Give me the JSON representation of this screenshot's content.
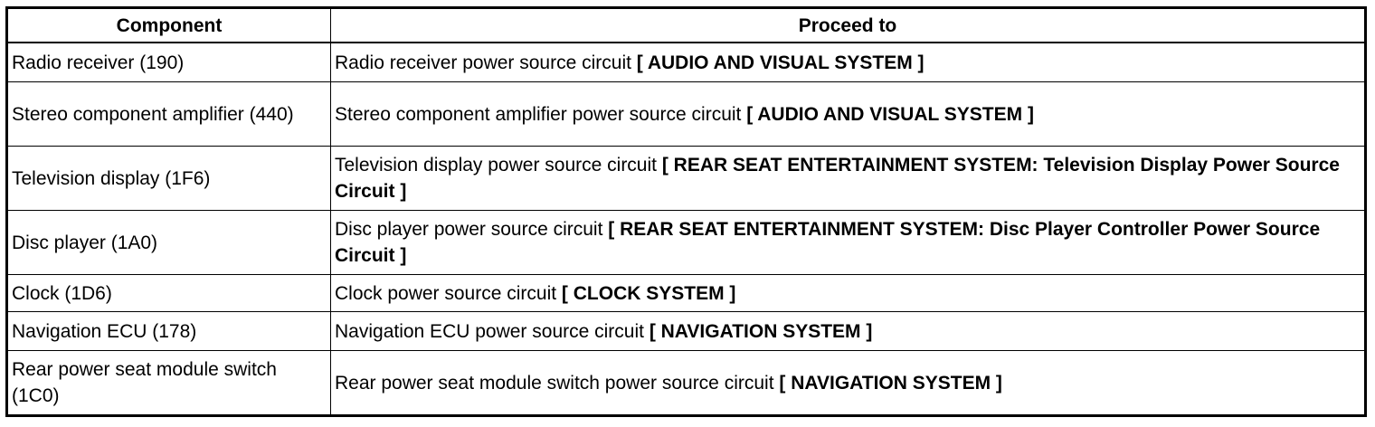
{
  "table": {
    "headers": {
      "component": "Component",
      "proceed_to": "Proceed to"
    },
    "rows": [
      {
        "component": "Radio receiver (190)",
        "text": "Radio receiver power source circuit ",
        "ref": "[ AUDIO AND VISUAL SYSTEM ]"
      },
      {
        "component": "Stereo component amplifier (440)",
        "text": "Stereo component amplifier power source circuit ",
        "ref": "[ AUDIO AND VISUAL SYSTEM ]"
      },
      {
        "component": "Television display (1F6)",
        "text": "Television display power source circuit ",
        "ref": "[ REAR SEAT ENTERTAINMENT SYSTEM: Television Display Power Source Circuit ]"
      },
      {
        "component": "Disc player (1A0)",
        "text": "Disc player power source circuit ",
        "ref": "[ REAR SEAT ENTERTAINMENT SYSTEM: Disc Player Controller Power Source Circuit ]"
      },
      {
        "component": "Clock (1D6)",
        "text": "Clock power source circuit ",
        "ref": "[ CLOCK SYSTEM ]"
      },
      {
        "component": "Navigation ECU (178)",
        "text": "Navigation ECU power source circuit ",
        "ref": "[ NAVIGATION SYSTEM ]"
      },
      {
        "component": "Rear power seat module switch (1C0)",
        "text": "Rear power seat module switch power source circuit ",
        "ref": "[ NAVIGATION SYSTEM ]"
      }
    ]
  }
}
